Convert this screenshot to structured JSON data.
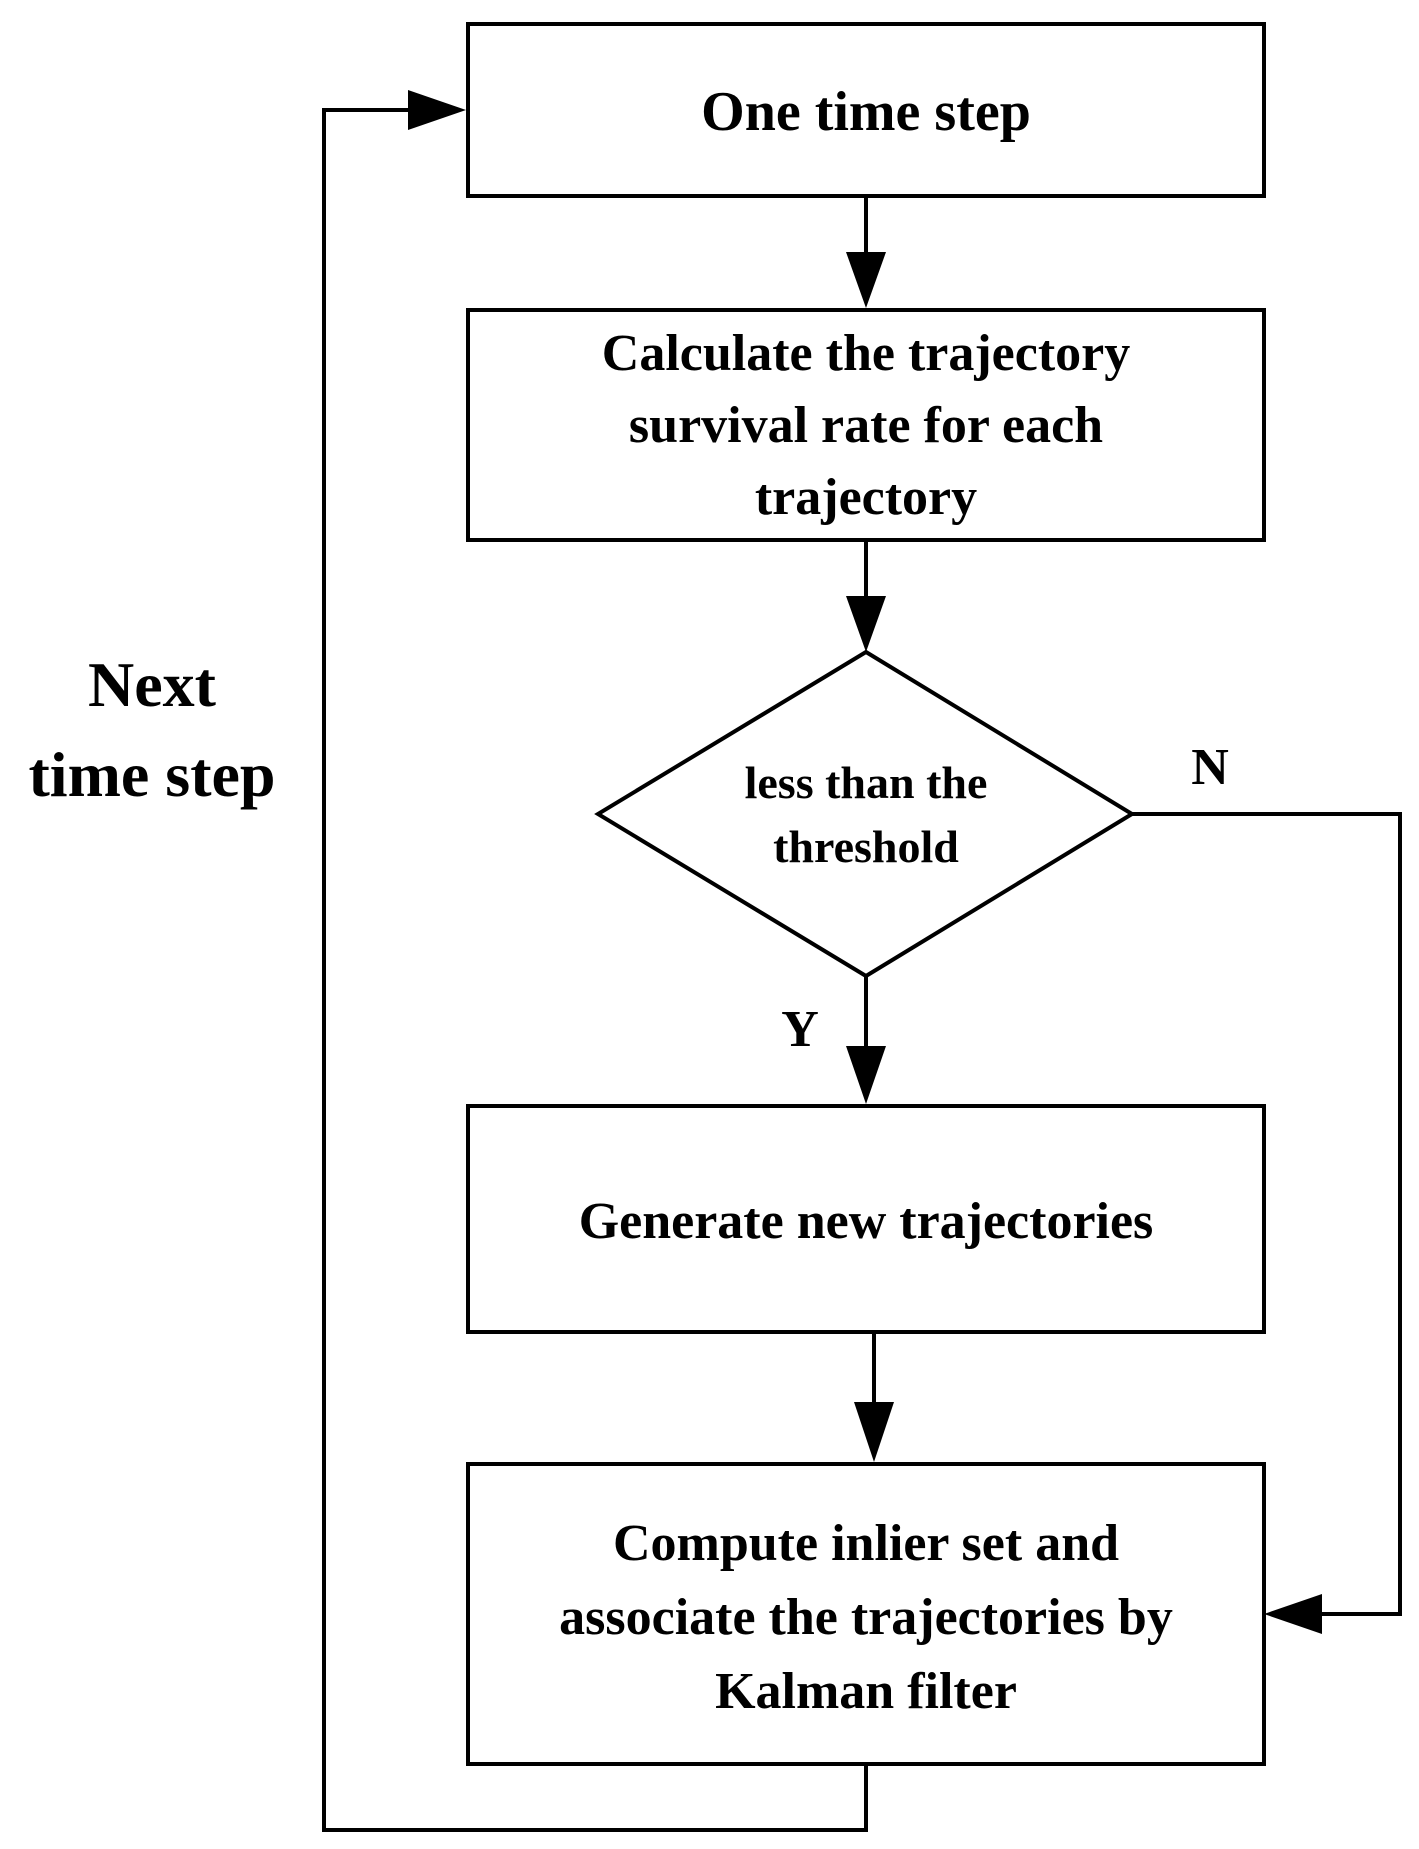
{
  "flowchart": {
    "step_one": {
      "line1": "One time step"
    },
    "step_calc": {
      "line1": "Calculate the trajectory",
      "line2": "survival rate for each",
      "line3": "trajectory"
    },
    "decision": {
      "line1": "less than the",
      "line2": "threshold"
    },
    "branch_no": "N",
    "branch_yes": "Y",
    "step_generate": {
      "line1": "Generate new trajectories"
    },
    "step_compute": {
      "line1": "Compute inlier set and",
      "line2": "associate the trajectories by",
      "line3": "Kalman filter"
    },
    "loop_label": {
      "line1": "Next",
      "line2": "time step"
    },
    "colors": {
      "stroke": "#000000",
      "background": "#ffffff"
    }
  }
}
